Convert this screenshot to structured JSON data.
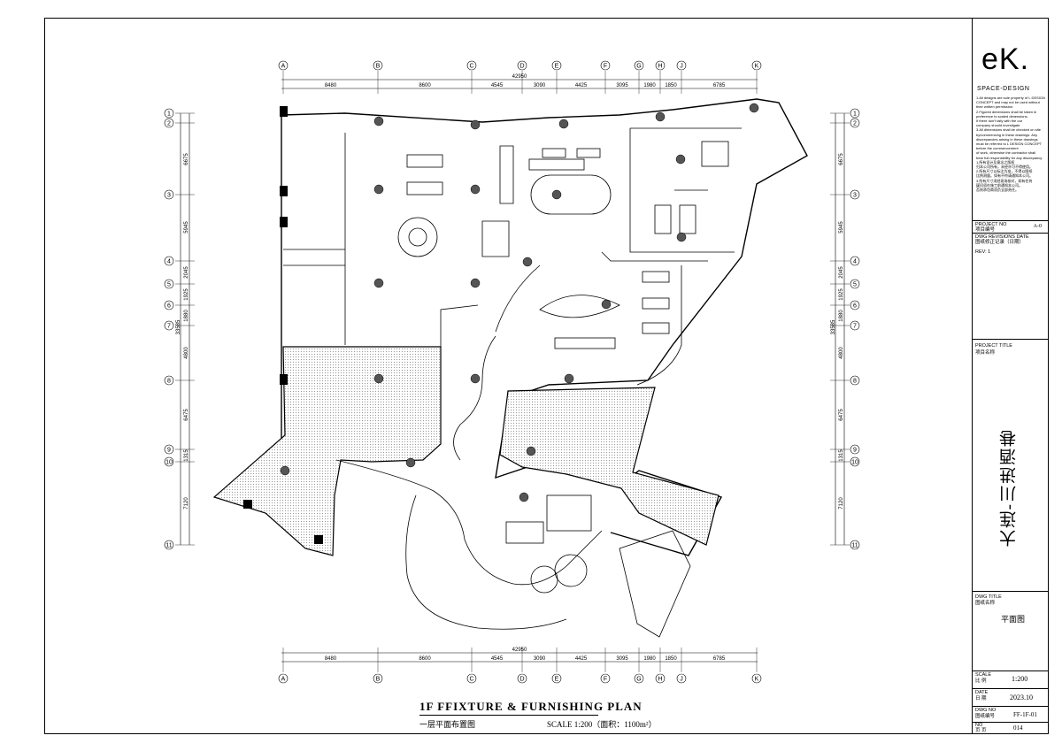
{
  "grid": {
    "columns": [
      "A",
      "B",
      "C",
      "D",
      "E",
      "F",
      "G",
      "H",
      "J",
      "K"
    ],
    "rows": [
      "1",
      "2",
      "3",
      "4",
      "5",
      "6",
      "7",
      "8",
      "9",
      "10",
      "11"
    ],
    "total_width": "42950",
    "column_spacings": [
      "8480",
      "8600",
      "4545",
      "3090",
      "4425",
      "3095",
      "1980",
      "1850",
      "6785"
    ],
    "row_spacings": [
      "6675",
      "5945",
      "2045",
      "1925",
      "1880",
      "4800",
      "6475",
      "1315",
      "7120"
    ],
    "left_dim_extra": "33585"
  },
  "titleblock": {
    "logo": "eK.",
    "brand": "SPACE-DESIGN",
    "notes": [
      "1.All designs are sole property of L DESIGN",
      "CONCEPT and may not be used without",
      "their written permission.",
      "2.Figured dimensions shall be taken in",
      "preference to scaled dimensions.",
      "If there don't tally with the our",
      "company should investigate.",
      "3.All dimensions shall be checked on site",
      "by/commencing in these drawings. Any",
      "discrepancies arising in these drawings",
      "must be referred to L DESIGN CONCEPT",
      "before the commencement",
      "of work, otherwise the contractor shall",
      "bear full responsibility for any discrepancy."
    ],
    "notes_cn": [
      "1.所有设计及意念之版权",
      "归本公司所有，未经许可不得使用。",
      "2.所有尺寸以标注为准，不得以图纸",
      "比例测量。如有不符请通知本公司。",
      "3.所有尺寸须经现场核对，如有任何",
      "疑问须在施工前通知本公司。",
      "否则承包商须负全部责任。"
    ],
    "project_no_label": "PROJECT NO",
    "project_no_label_cn": "项目编号",
    "project_no": "A-0",
    "revisions_label": "DWG REVISIONS DATE",
    "revisions_label_cn": "图纸修正记录（日期）",
    "rev": "REV: 1",
    "project_title_label": "PROJECT TITLE",
    "project_title_label_cn": "项目名称",
    "project_title": "大连-川进酒巷",
    "dwg_title_label": "DWG TITLE",
    "dwg_title_label_cn": "图纸名称",
    "dwg_title": "平面图",
    "scale_label": "SCALE",
    "scale_label_cn": "比 例",
    "scale": "1:200",
    "date_label": "DATE",
    "date_label_cn": "日 期",
    "date": "2023.10",
    "dwg_no_label": "DWG NO",
    "dwg_no_label_cn": "图纸编号",
    "dwg_no": "FF-1F-01",
    "page_label": "NO",
    "page_label_cn": "页 页",
    "page": "014"
  },
  "plan_title": {
    "en": "1F FFIXTURE & FURNISHING PLAN",
    "cn": "一层平面布置图",
    "scale": "SCALE 1:200（面积：1100m²）"
  }
}
